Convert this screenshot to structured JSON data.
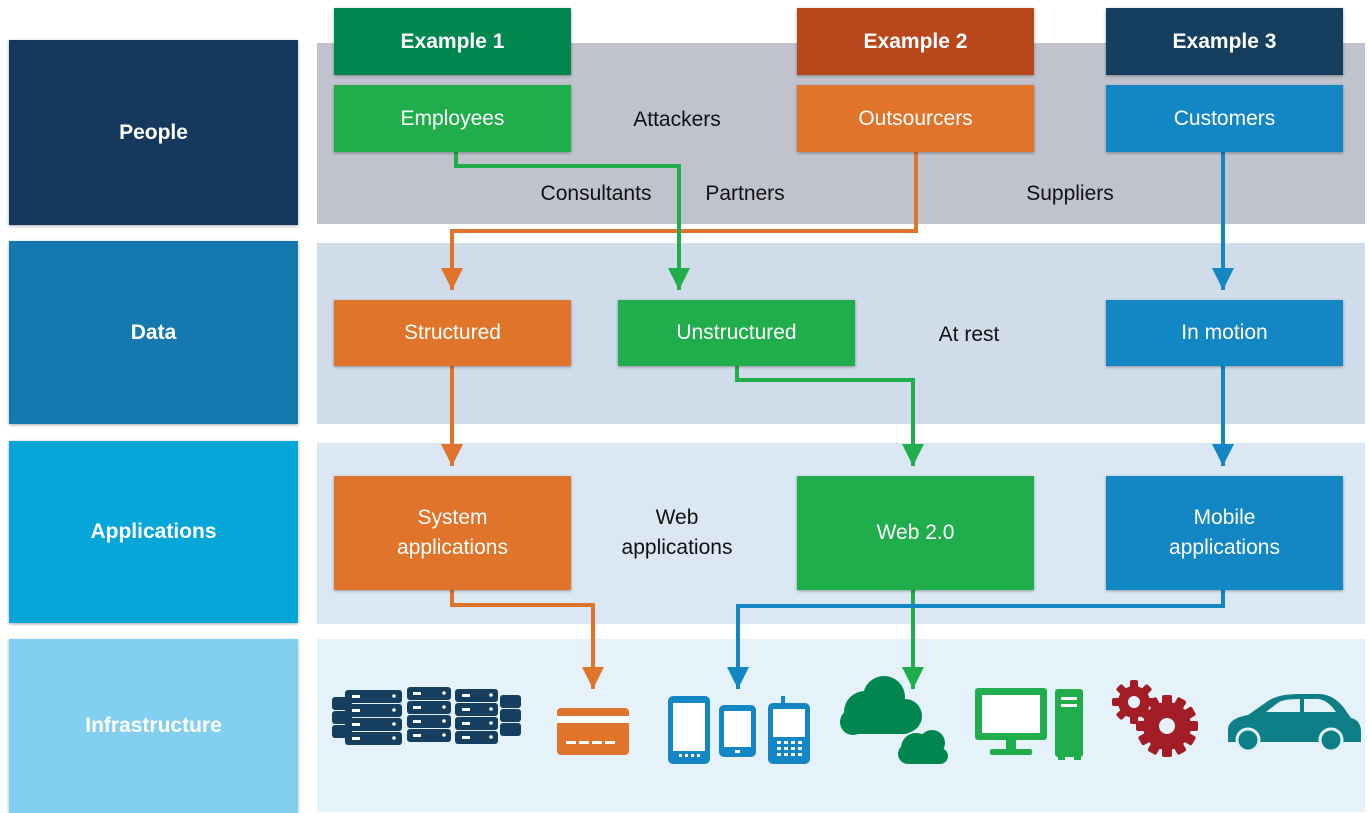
{
  "rows": {
    "people": "People",
    "data": "Data",
    "applications": "Applications",
    "infrastructure": "Infrastructure"
  },
  "examples": {
    "ex1": "Example 1",
    "ex2": "Example 2",
    "ex3": "Example 3"
  },
  "people": {
    "employees": "Employees",
    "outsourcers": "Outsourcers",
    "customers": "Customers",
    "attackers": "Attackers",
    "consultants": "Consultants",
    "partners": "Partners",
    "suppliers": "Suppliers"
  },
  "data": {
    "structured": "Structured",
    "unstructured": "Unstructured",
    "at_rest": "At rest",
    "in_motion": "In motion"
  },
  "applications": {
    "system_line1": "System",
    "system_line2": "applications",
    "web_line1": "Web",
    "web_line2": "applications",
    "web20": "Web 2.0",
    "mobile_line1": "Mobile",
    "mobile_line2": "applications"
  },
  "infrastructure_icons": [
    "server-rack-icon",
    "credit-card-icon",
    "mobile-devices-icon",
    "cloud-icon",
    "desktop-computer-icon",
    "gears-icon",
    "car-icon"
  ],
  "colors": {
    "example1": "#00874f",
    "example2": "#b8481c",
    "example3": "#163f5f",
    "green": "#1fae4b",
    "orange": "#e0742a",
    "blue": "#1287c3",
    "people_row": "#15385c",
    "data_row": "#1479af",
    "applications_row": "#05a6d8",
    "infrastructure_row": "#83cff0"
  }
}
